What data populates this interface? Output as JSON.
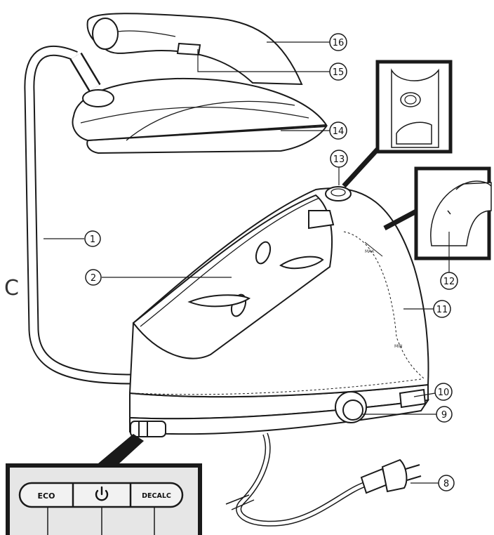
{
  "callouts": [
    {
      "id": "c1",
      "label": "1"
    },
    {
      "id": "c2",
      "label": "2"
    },
    {
      "id": "c8",
      "label": "8"
    },
    {
      "id": "c9",
      "label": "9"
    },
    {
      "id": "c10",
      "label": "10"
    },
    {
      "id": "c11",
      "label": "11"
    },
    {
      "id": "c12",
      "label": "12"
    },
    {
      "id": "c13",
      "label": "13"
    },
    {
      "id": "c14",
      "label": "14"
    },
    {
      "id": "c15",
      "label": "15"
    },
    {
      "id": "c16",
      "label": "16"
    }
  ],
  "side_letter": "C",
  "tank_marks": {
    "max": "MAX",
    "min": "MIN"
  },
  "control_panel": {
    "eco_label": "ECO",
    "power_icon": "power-icon",
    "decalc_label": "DECALC"
  },
  "colors": {
    "line": "#1a1a1a",
    "fill": "#ffffff",
    "panel_bg": "#e6e6e6",
    "button": "#f2f2f2"
  }
}
